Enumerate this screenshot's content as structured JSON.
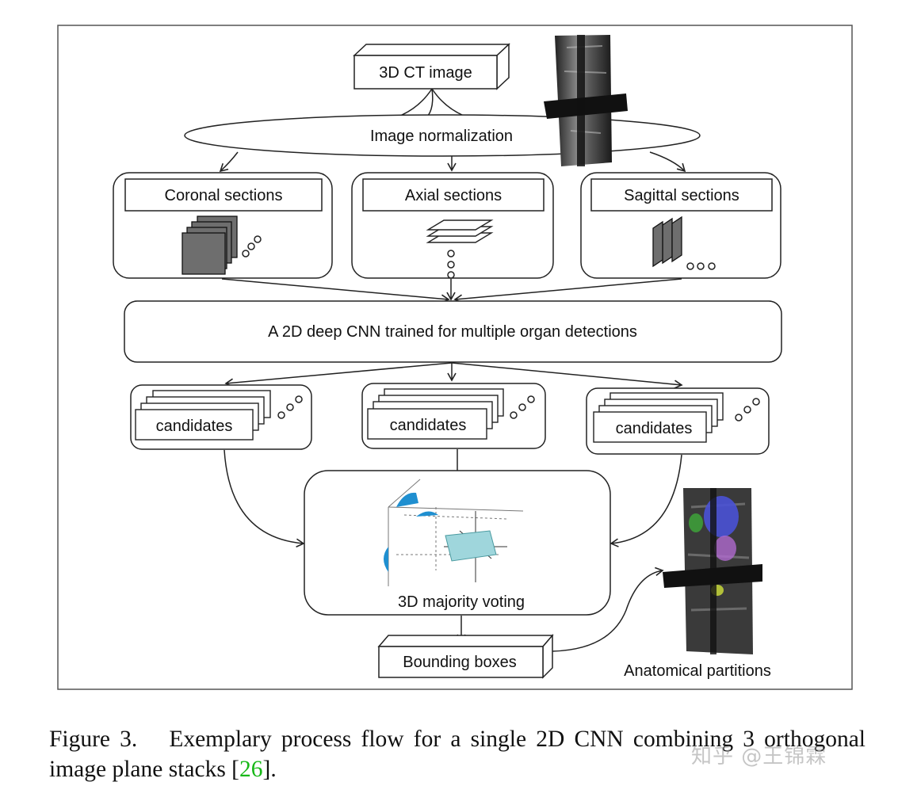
{
  "figure": {
    "nodes": {
      "ct_image": "3D CT image",
      "normalization": "Image normalization",
      "coronal": "Coronal sections",
      "axial": "Axial sections",
      "sagittal": "Sagittal sections",
      "cnn": "A 2D deep CNN trained for multiple organ detections",
      "candidates_1": "candidates",
      "candidates_2": "candidates",
      "candidates_3": "candidates",
      "voting": "3D majority voting",
      "bounding_boxes": "Bounding boxes",
      "anatomical": "Anatomical partitions"
    }
  },
  "caption": {
    "label": "Figure 3.",
    "text_part1": "Exemplary process flow for a single 2D CNN combining 3 orthogonal image plane stacks [",
    "citation": "26",
    "text_part2": "]."
  },
  "watermark": "知乎 @王锦霖",
  "colors": {
    "citation": "#18b818",
    "stack_fill": "#6e6e6e",
    "histogram_fill": "#1f8fd0",
    "box_fill": "#9fd6dc"
  }
}
